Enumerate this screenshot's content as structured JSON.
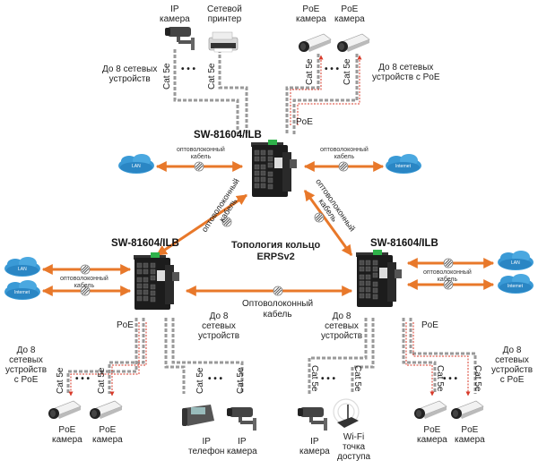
{
  "diagram": {
    "title": "Топология кольцо ERPSv2",
    "ring_label_line1": "Топология кольцо",
    "ring_label_line2": "ERPSv2",
    "colors": {
      "fiber_arrow": "#e8782a",
      "poe_line": "#d83a2a",
      "cable": "#9a9a9a",
      "cloud": "#3a9ad6",
      "switch_body": "#1c1c1c",
      "terminal_green": "#2fb24a"
    },
    "switches": [
      {
        "id": "top",
        "model": "SW-81604/ILB"
      },
      {
        "id": "left",
        "model": "SW-81604/ILB"
      },
      {
        "id": "right",
        "model": "SW-81604/ILB"
      }
    ],
    "clouds": {
      "top_left": "LAN",
      "top_right": "Internet",
      "left_1": "LAN",
      "left_2": "Internet",
      "right_1": "LAN",
      "right_2": "Internet"
    },
    "fiber": {
      "short_l1": "оптоволоконный",
      "short_l2": "кабель",
      "ring_bottom_l1": "Оптоволоконный",
      "ring_bottom_l2": "кабель"
    },
    "cable_labels": {
      "cat5e": "Cat 5e",
      "poe": "PoE",
      "dots": "• • •"
    },
    "groups": {
      "top_left_note_l1": "До 8 сетевых",
      "top_left_note_l2": "устройств",
      "top_right_note_l1": "До 8 сетевых",
      "top_right_note_l2": "устройств с PoE",
      "mid_note_l1": "До 8",
      "mid_note_l2": "сетевых",
      "mid_note_l3": "устройств",
      "poe_note_l1": "До 8",
      "poe_note_l2": "сетевых",
      "poe_note_l3": "устройств",
      "poe_note_l4": "с PoE"
    },
    "devices": {
      "ip_camera_l1": "IP",
      "ip_camera_l2": "камера",
      "printer_l1": "Сетевой",
      "printer_l2": "принтер",
      "poe_camera_l1": "PoE",
      "poe_camera_l2": "камера",
      "ip_phone_l1": "IP",
      "ip_phone_l2": "телефон",
      "wifi_l1": "Wi-Fi",
      "wifi_l2": "точка",
      "wifi_l3": "доступа"
    }
  }
}
